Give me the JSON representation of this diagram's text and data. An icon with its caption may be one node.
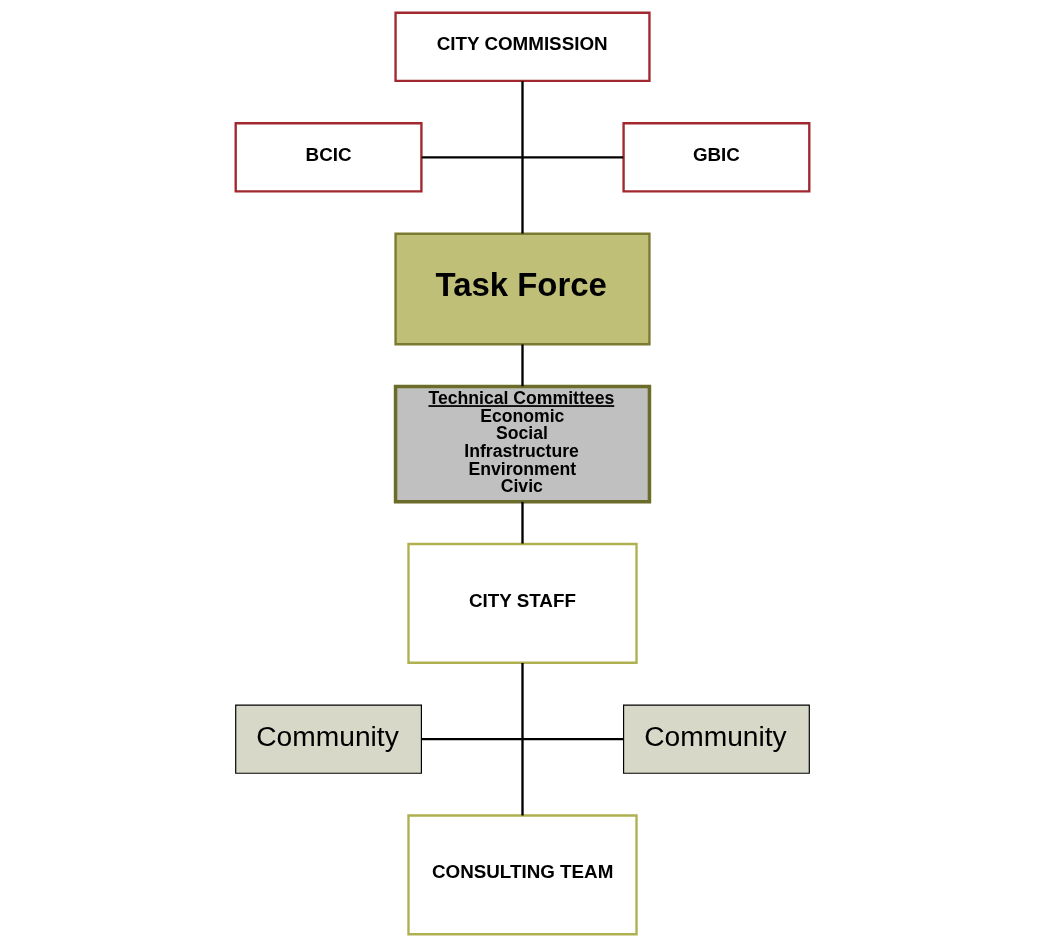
{
  "diagram": {
    "nodes": [
      {
        "text": [
          "CITY COMMISSION"
        ]
      },
      {
        "text": [
          "BCIC"
        ]
      },
      {
        "text": [
          "GBIC"
        ]
      },
      {
        "text": [
          "Task Force"
        ]
      },
      {
        "text": [
          "Technical Committees",
          "Economic",
          "Social",
          "Infrastructure",
          "Environment",
          "Civic"
        ]
      },
      {
        "text": [
          "CITY STAFF"
        ]
      },
      {
        "text": [
          "Community"
        ]
      },
      {
        "text": [
          "Community"
        ]
      },
      {
        "text": [
          "CONSULTING TEAM"
        ]
      }
    ],
    "edges": [
      {
        "from": 0,
        "to": 3,
        "arrow": "none"
      },
      {
        "from": 1,
        "to": 2,
        "arrow": "none"
      },
      {
        "from": 3,
        "to": 4,
        "arrow": "none"
      },
      {
        "from": 4,
        "to": 5,
        "arrow": "none"
      },
      {
        "from": 6,
        "to": 7,
        "arrow": "none"
      },
      {
        "from": 5,
        "to": 8,
        "arrow": "none"
      }
    ]
  }
}
